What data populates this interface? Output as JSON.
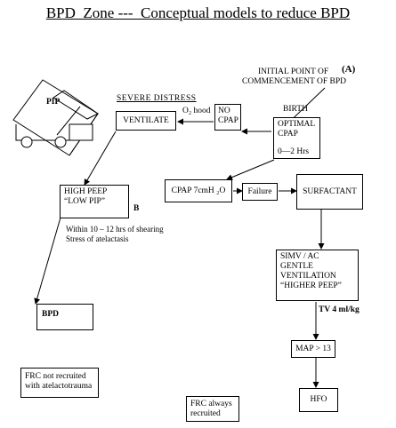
{
  "title": "BPD  Zone ---  Conceptual models to reduce BPD",
  "labels": {
    "pip": "PIP",
    "severe_distress": "SEVERE DISTRESS",
    "o2_hood": "O₂ hood",
    "initial_point_1": "INITIAL POINT OF",
    "initial_point_2": "COMMENCEMENT OF BPD",
    "marker_a": "(A)",
    "birth": "BIRTH",
    "hours": "0—2 Hrs",
    "marker_b": "B",
    "shearing_1": "Within 10 – 12 hrs of shearing",
    "shearing_2": "Stress of atelactasis",
    "tv": "TV 4 ml/kg"
  },
  "boxes": {
    "ventilate": "VENTILATE",
    "no_cpap_1": "NO",
    "no_cpap_2": "CPAP",
    "optimal_1": "OPTIMAL",
    "optimal_2": "CPAP",
    "cpap7": "CPAP 7cmH ₂O",
    "failure": "Failure",
    "surfactant": "SURFACTANT",
    "high_peep_1": "HIGH PEEP",
    "high_peep_2": "“LOW PIP”",
    "simv_1": "SIMV / AC",
    "simv_2": "GENTLE",
    "simv_3": "VENTILATION",
    "simv_4": "“HIGHER PEEP”",
    "bpd": "BPD",
    "map": "MAP > 13",
    "hfo": "HFO",
    "frc_not_1": "FRC not recruited",
    "frc_not_2": "with atelactotrauma",
    "frc_always_1": "FRC always",
    "frc_always_2": "recruited"
  }
}
